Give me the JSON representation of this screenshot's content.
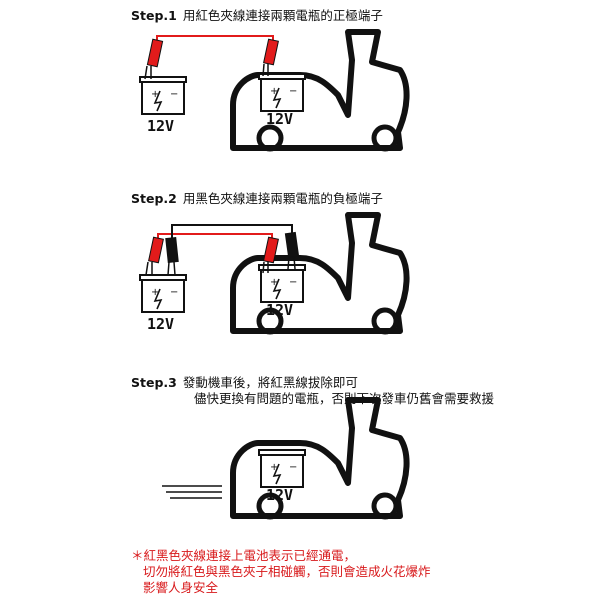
{
  "steps": [
    {
      "number": "Step.1",
      "text": "用紅色夾線連接兩顆電瓶的正極端子"
    },
    {
      "number": "Step.2",
      "text": "用黑色夾線連接兩顆電瓶的負極端子"
    },
    {
      "number": "Step.3",
      "text_line1": "發動機車後，將紅黑線拔除即可",
      "text_line2": "儘快更換有問題的電瓶，否則下次發車仍舊會需要救援"
    }
  ],
  "battery_label": "12V",
  "warning": {
    "line1": "＊紅黑色夾線連接上電池表示已經通電，",
    "line2": "切勿將紅色與黑色夾子相碰觸，否則會造成火花爆炸",
    "line3": "影響人身安全"
  },
  "colors": {
    "positive_clip": "#e21b1b",
    "negative_clip": "#111111",
    "warning_text": "#d8191b"
  }
}
